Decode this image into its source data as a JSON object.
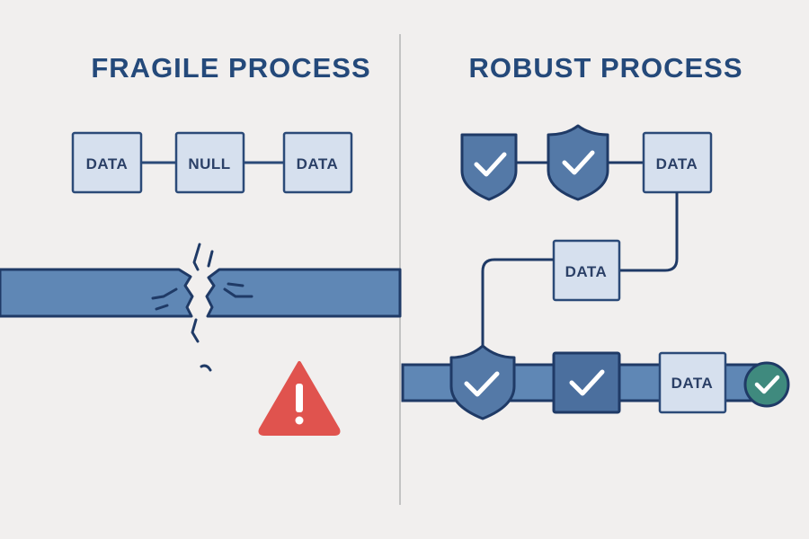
{
  "fragile": {
    "title": "FRAGILE PROCESS",
    "nodes": [
      "DATA",
      "NULL",
      "DATA"
    ],
    "warning_icon": "warning-triangle-icon",
    "break_icon": "crack-icon"
  },
  "robust": {
    "title": "ROBUST PROCESS",
    "top_row": [
      {
        "kind": "shield-check",
        "label": ""
      },
      {
        "kind": "shield-check",
        "label": ""
      },
      {
        "kind": "box",
        "label": "DATA"
      }
    ],
    "middle_node": "DATA",
    "bottom_row": [
      {
        "kind": "shield-check",
        "label": ""
      },
      {
        "kind": "box-check",
        "label": ""
      },
      {
        "kind": "box",
        "label": "DATA"
      },
      {
        "kind": "circle-check",
        "label": ""
      }
    ],
    "success_icon": "check-circle-icon"
  },
  "colors": {
    "background": "#f1efee",
    "title": "#24497a",
    "box_fill": "#d6e0ee",
    "box_stroke": "#2b4a78",
    "pipe_fill": "#5f87b5",
    "pipe_stroke": "#1f3a66",
    "shield_fill": "#5479a7",
    "warning": "#e0534e",
    "success": "#3f8a7e",
    "divider": "#c3c3c3"
  }
}
